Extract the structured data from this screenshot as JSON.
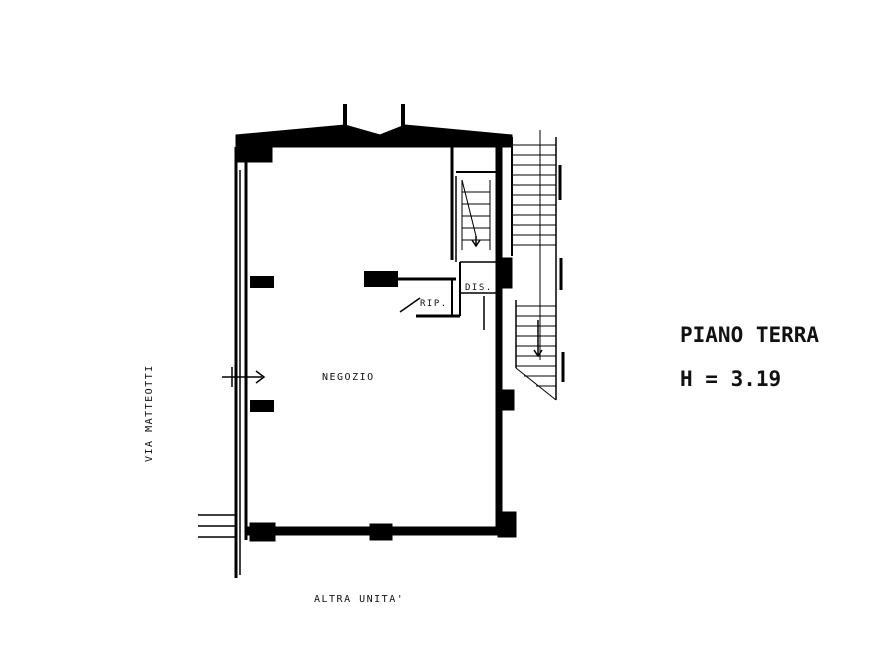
{
  "title_block": {
    "floor_name": "PIANO TERRA",
    "height_label": "H = 3.19"
  },
  "rooms": {
    "main": "NEGOZIO",
    "storage": "RIP.",
    "closet": "DIS."
  },
  "surroundings": {
    "street": "VIA MATTEOTTI",
    "neighbor": "ALTRA UNITA'"
  }
}
